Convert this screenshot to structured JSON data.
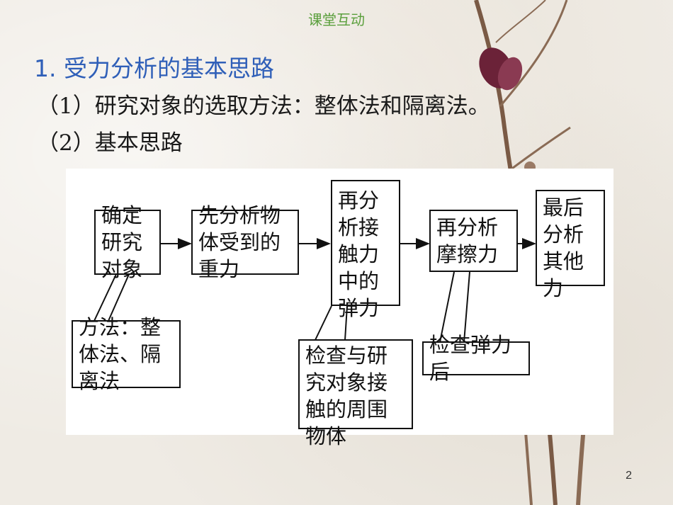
{
  "header": "课堂互动",
  "title": "1. 受力分析的基本思路",
  "line1": {
    "num": "1",
    "text": "研究对象的选取方法：整体法和隔离法。"
  },
  "line2": {
    "num": "2",
    "text": "基本思路"
  },
  "diagram": {
    "steps": [
      "确定研究对象",
      "先分析物体受到的重力",
      "再分析接触力中的弹力",
      "再分析摩擦力",
      "最后分析其他力"
    ],
    "notes": [
      "方法：整体法、隔离法",
      "检查与研究对象接触的周围物体",
      "检查弹力后"
    ]
  },
  "page_number": "2"
}
